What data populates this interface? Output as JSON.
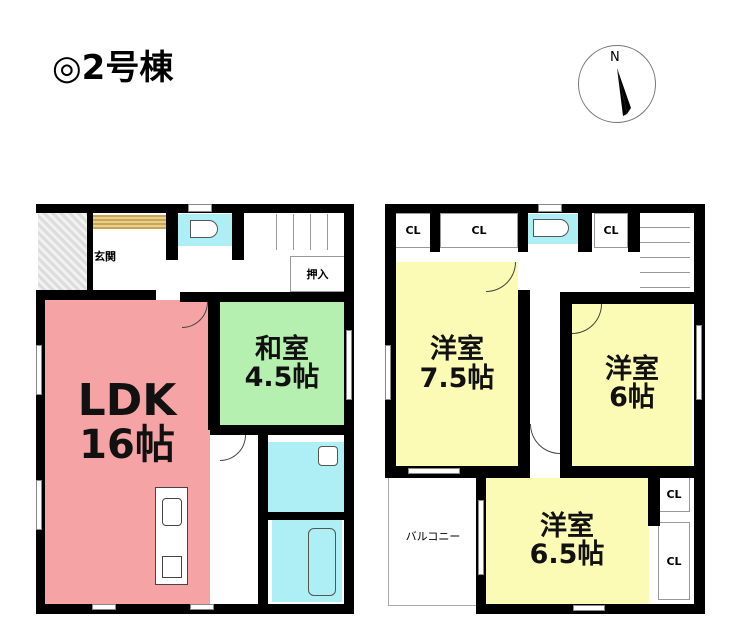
{
  "title": "◎2号棟",
  "compass": {
    "label": "N"
  },
  "floor1": {
    "entrance": "玄関",
    "closet": "押入",
    "ldk": {
      "name": "LDK",
      "size": "16帖"
    },
    "washitsu": {
      "name": "和室",
      "size": "4.5帖"
    }
  },
  "floor2": {
    "room1": {
      "name": "洋室",
      "size": "7.5帖"
    },
    "room2": {
      "name": "洋室",
      "size": "6帖"
    },
    "room3": {
      "name": "洋室",
      "size": "6.5帖"
    },
    "balcony": "バルコニー",
    "closets": [
      "CL",
      "CL",
      "CL",
      "CL",
      "CL"
    ]
  },
  "colors": {
    "ldk": "#f6a3a5",
    "washitsu": "#b6f0b0",
    "western": "#fbfbb6",
    "water": "#aeeef5"
  }
}
